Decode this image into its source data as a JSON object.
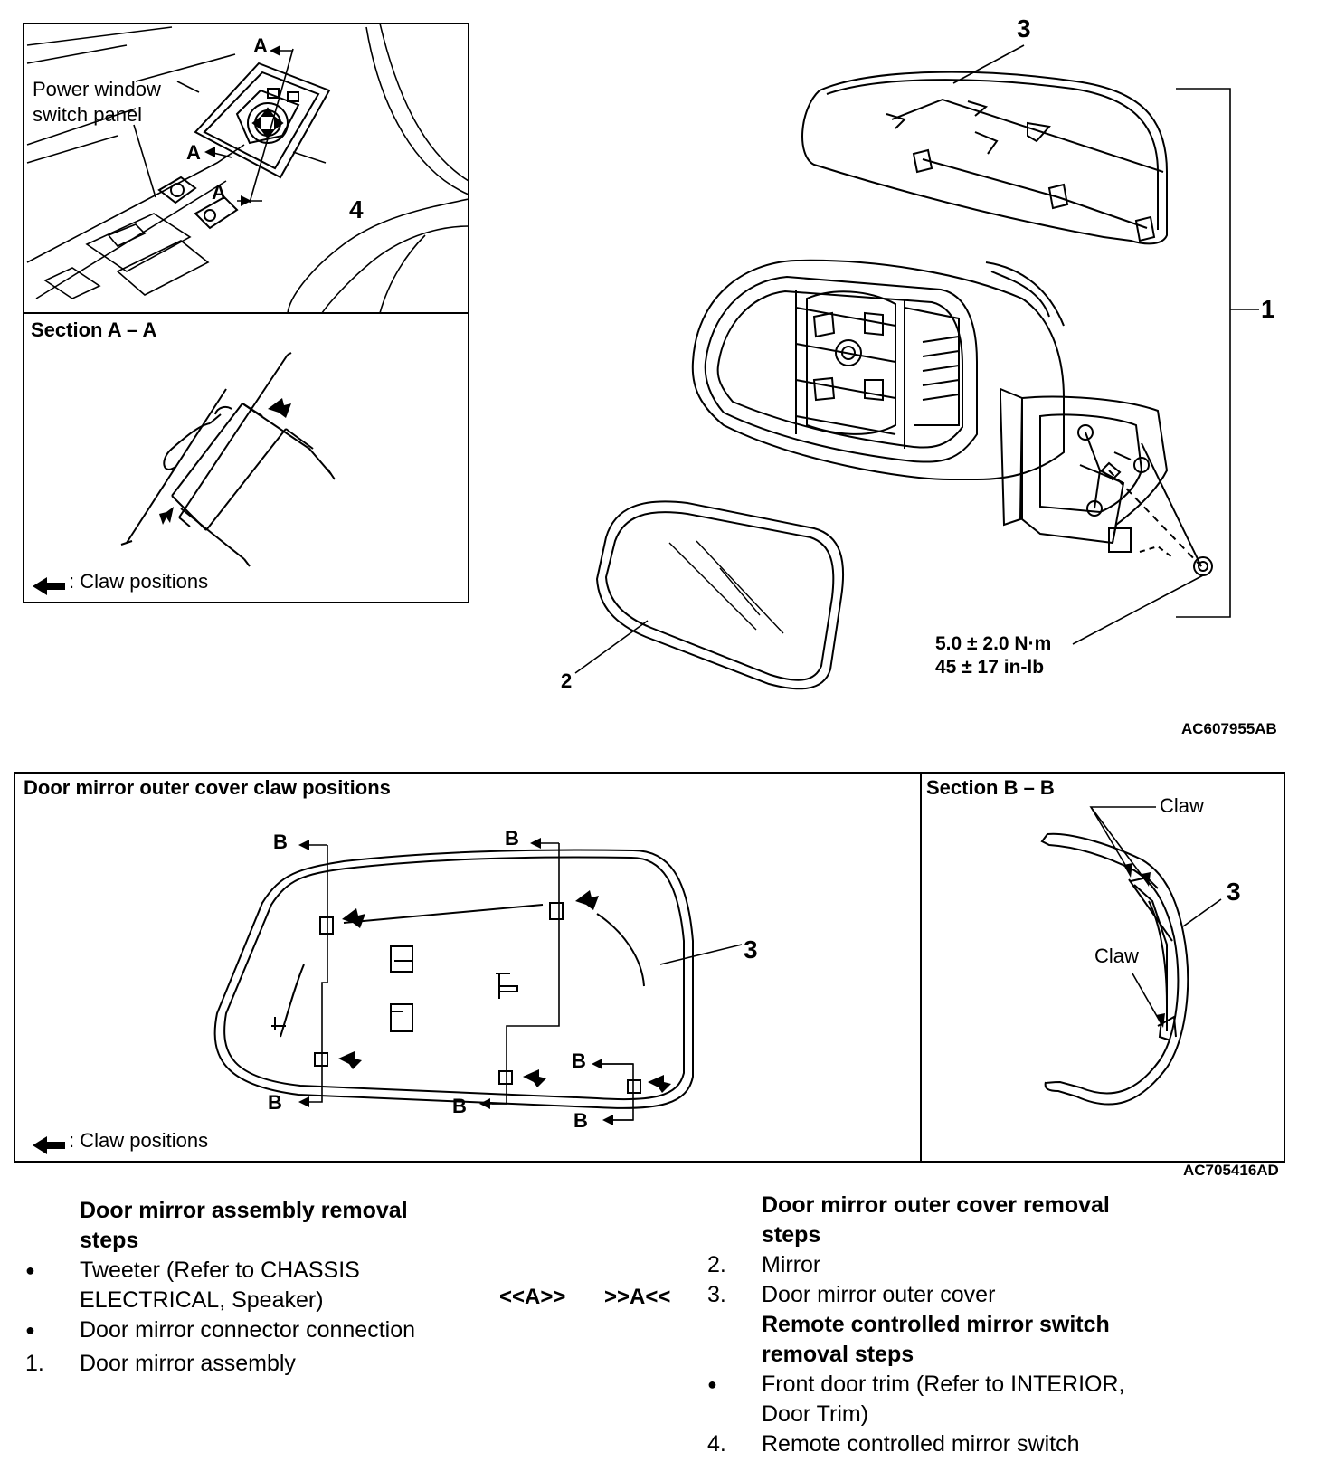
{
  "top_diagram": {
    "inset_labels": {
      "power_window": "Power window",
      "switch_panel": "switch panel",
      "section_a": "Section A – A",
      "claw_positions": ": Claw positions",
      "a": "A",
      "num4": "4"
    },
    "callouts": {
      "num1": "1",
      "num2": "2",
      "num3": "3"
    },
    "torque_nm": "5.0 ± 2.0 N·m",
    "torque_inlb": "45 ± 17 in-lb",
    "figure_id": "AC607955AB"
  },
  "bottom_diagram": {
    "title": "Door mirror outer cover claw positions",
    "section_b": "Section B – B",
    "claw": "Claw",
    "b": "B",
    "num3": "3",
    "claw_positions": ": Claw positions",
    "figure_id": "AC705416AD"
  },
  "procedures": {
    "assembly_heading_1": "Door mirror assembly removal",
    "assembly_heading_2": "steps",
    "tweeter_1": "Tweeter (Refer to CHASSIS",
    "tweeter_2": "ELECTRICAL, Speaker)",
    "connector": "Door mirror connector connection",
    "assembly_num": "1.",
    "assembly": "Door mirror assembly",
    "note_a": "<<A>>",
    "note_a2": ">>A<<",
    "cover_heading_1": "Door mirror outer cover removal",
    "cover_heading_2": "steps",
    "mirror_num": "2.",
    "mirror": "Mirror",
    "cover_num": "3.",
    "cover": "Door mirror outer cover",
    "switch_heading_1": "Remote controlled mirror switch",
    "switch_heading_2": "removal steps",
    "trim_1": "Front door trim (Refer to INTERIOR,",
    "trim_2": "Door Trim)",
    "switch_num": "4.",
    "switch": "Remote controlled mirror switch",
    "bullet": "●"
  }
}
